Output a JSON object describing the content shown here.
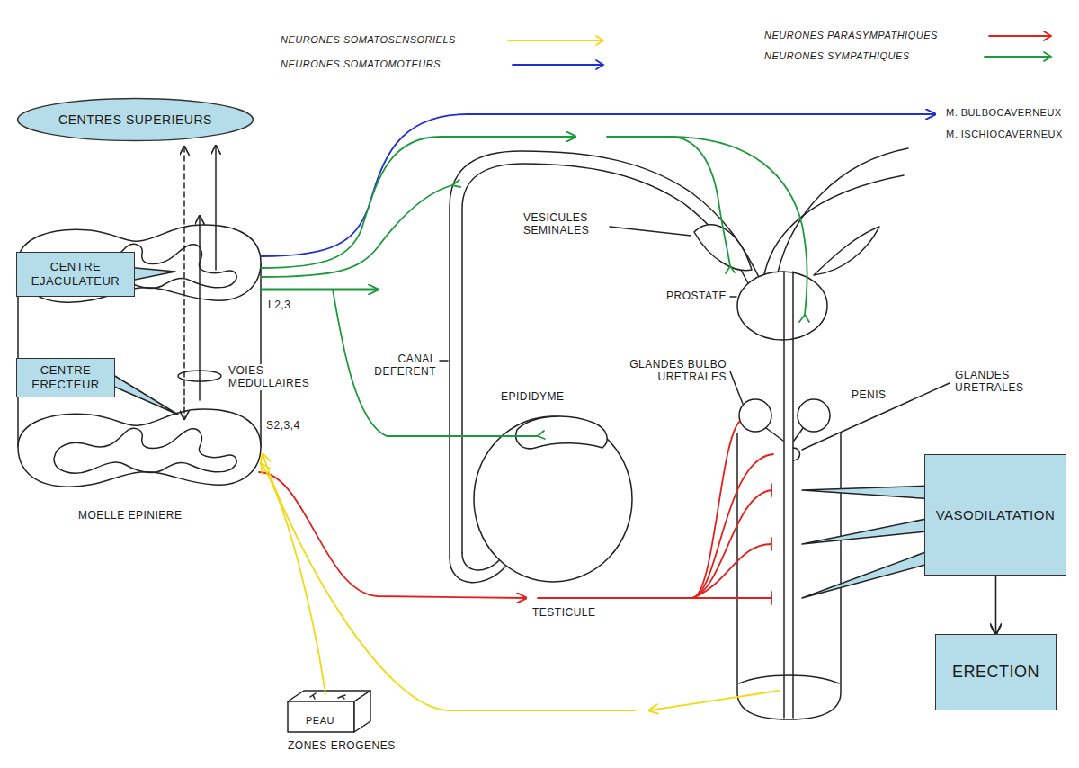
{
  "diagram": {
    "nodes": [
      {
        "text": [
          "CENTRES SUPERIEURS"
        ]
      },
      {
        "text": [
          "CENTRE EJACULATEUR"
        ]
      },
      {
        "text": [
          "CENTRE ERECTEUR"
        ]
      },
      {
        "text": [
          "VASODILATATION"
        ]
      },
      {
        "text": [
          "ERECTION"
        ]
      }
    ],
    "edges": [
      {
        "from": 3,
        "to": 4,
        "arrow": "to"
      }
    ],
    "labels": [
      "M. BULBOCAVERNEUX",
      "M. ISCHIOCAVERNEUX",
      "VESICULES SEMINALES",
      "L2,3",
      "VOIES MEDULLAIRES",
      "S2,3,4",
      "CANAL DEFERENT",
      "EPIDIDYME",
      "PROSTATE",
      "GLANDES BULBO URETRALES",
      "PENIS",
      "GLANDES URETRALES",
      "TESTICULE",
      "MOELLE EPINIERE",
      "PEAU",
      "ZONES EROGENES"
    ],
    "legend": [
      {
        "text": "NEURONES SOMATOSENSORIELS",
        "color": "#f2d916"
      },
      {
        "text": "NEURONES SOMATOMOTEURS",
        "color": "#1f2fd0"
      },
      {
        "text": "NEURONES PARASYMPATHIQUES",
        "color": "#e3211c"
      },
      {
        "text": "NEURONES SYMPATHIQUES",
        "color": "#1e9a3c"
      }
    ]
  }
}
